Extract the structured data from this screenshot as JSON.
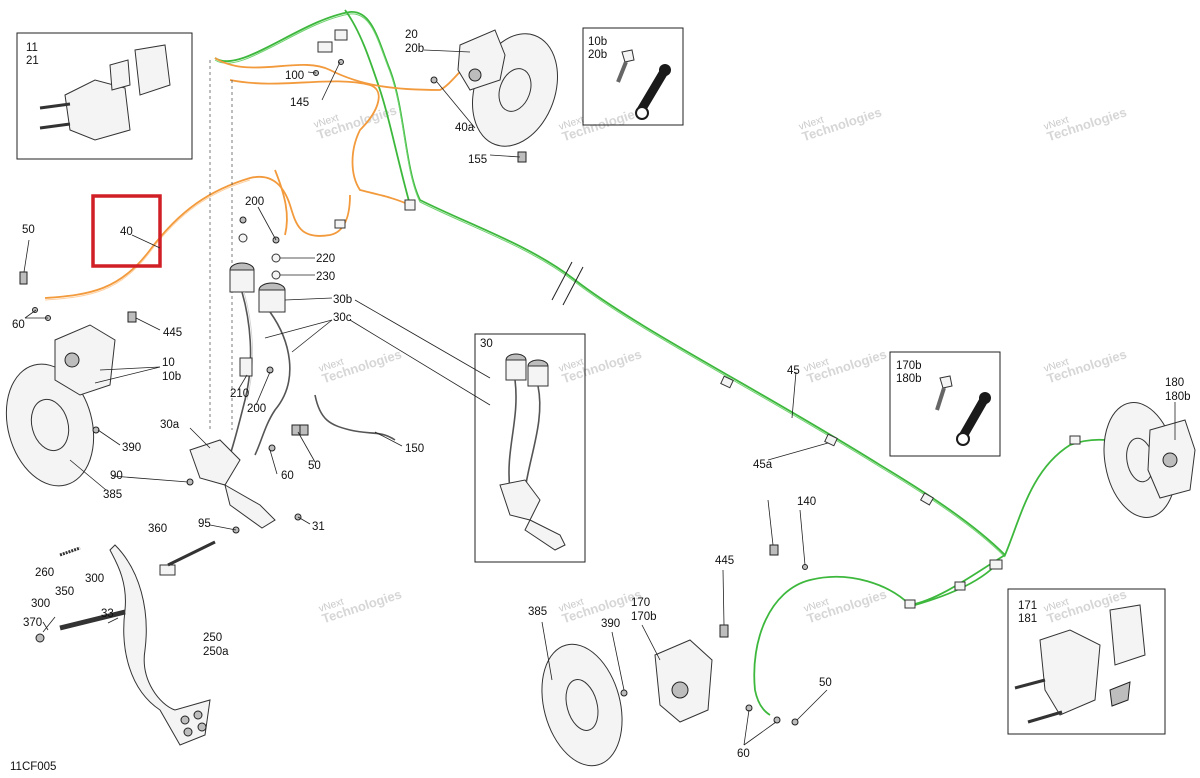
{
  "diagram_code": "11CF005",
  "watermark": [
    "vNext",
    "Technologies"
  ],
  "inset_labels": {
    "pads_front": [
      "11",
      "21"
    ],
    "bleeder_front": [
      "10b",
      "20b"
    ],
    "reservoir": [
      "30"
    ],
    "bleeder_rear": [
      "170b",
      "180b"
    ],
    "pads_rear": [
      "171",
      "181"
    ]
  },
  "highlight_label": "40",
  "callouts": {
    "c20": "20",
    "c20b": "20b",
    "c100": "100",
    "c145": "145",
    "c40a": "40a",
    "c155": "155",
    "c50a": "50",
    "c60a": "60",
    "c200a": "200",
    "c220": "220",
    "c230": "230",
    "c30b": "30b",
    "c30c": "30c",
    "c445a": "445",
    "c10": "10",
    "c10b": "10b",
    "c210": "210",
    "c200b": "200",
    "c390a": "390",
    "c150": "150",
    "c30a": "30a",
    "c50b": "50",
    "c60b": "60",
    "c90": "90",
    "c385a": "385",
    "c95": "95",
    "c31": "31",
    "c360": "360",
    "c260": "260",
    "c300a": "300",
    "c350": "350",
    "c300b": "300",
    "c33": "33",
    "c370": "370",
    "c250": "250",
    "c250a": "250a",
    "c45": "45",
    "c45a": "45a",
    "c140": "140",
    "c180": "180",
    "c180b": "180b",
    "c445b": "445",
    "c385b": "385",
    "c390b": "390",
    "c170": "170",
    "c170b": "170b",
    "c50c": "50",
    "c60c": "60"
  }
}
